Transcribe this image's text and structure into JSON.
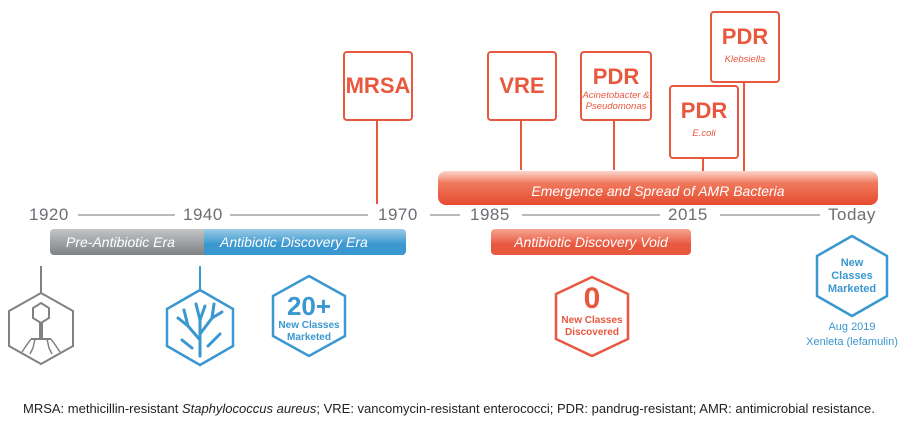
{
  "timeline": {
    "years": [
      "1920",
      "1940",
      "1970",
      "1985",
      "2015",
      "Today"
    ],
    "eras": {
      "pre_antibiotic": "Pre-Antibiotic Era",
      "discovery": "Antibiotic Discovery Era",
      "void": "Antibiotic Discovery Void"
    },
    "band": "Emergence and Spread of AMR Bacteria"
  },
  "boxes": {
    "mrsa": {
      "title": "MRSA"
    },
    "vre": {
      "title": "VRE"
    },
    "pdr_acineto": {
      "title": "PDR",
      "line1": "Acinetobacter &",
      "line2": "Pseudomonas"
    },
    "pdr_ecoli": {
      "title": "PDR",
      "line1": "E.coli"
    },
    "pdr_kleb": {
      "title": "PDR",
      "line1": "Klebsiella"
    }
  },
  "hexagons": {
    "classes_20": {
      "number": "20+",
      "line1": "New Classes",
      "line2": "Marketed"
    },
    "classes_0": {
      "number": "0",
      "line1": "New Classes",
      "line2": "Discovered"
    },
    "today": {
      "line1": "New",
      "line2": "Classes",
      "line3": "Marketed"
    }
  },
  "today_note": {
    "line1": "Aug 2019",
    "line2": "Xenleta (lefamulin)"
  },
  "caption": {
    "part1": "MRSA: methicillin-resistant ",
    "italic": "Staphylococcus aureus",
    "part2": "; VRE: vancomycin-resistant enterococci; PDR: pandrug-resistant; AMR: antimicrobial resistance."
  },
  "colors": {
    "orange": "#e8583f",
    "blue": "#3a97cf",
    "gray": "#7f8285",
    "axis": "#b8babd"
  },
  "icons": [
    "bacteriophage-icon",
    "fungus-mold-icon"
  ]
}
